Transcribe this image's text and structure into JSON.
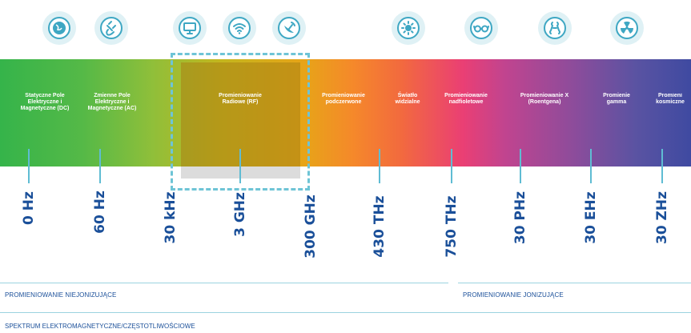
{
  "icons": [
    {
      "name": "globe-icon"
    },
    {
      "name": "plug-icon"
    },
    {
      "name": "monitor-icon"
    },
    {
      "name": "wifi-icon"
    },
    {
      "name": "satellite-dish-icon"
    },
    {
      "name": "sun-icon"
    },
    {
      "name": "glasses-icon"
    },
    {
      "name": "bone-icon"
    },
    {
      "name": "radiation-icon"
    }
  ],
  "spectrum_labels": [
    {
      "text": "Statyczne Pole Elektryczne i Magnetyczne (DC)"
    },
    {
      "text": "Zmienne Pole Elektryczne i Magnetyczne (AC)"
    },
    {
      "text": "Promieniowanie Radiowe (RF)"
    },
    {
      "text": "Promieniowanie podczerwone"
    },
    {
      "text": "Światło widzialne"
    },
    {
      "text": "Promieniowanie nadfioletowe"
    },
    {
      "text": "Promieniowanie X (Roentgena)"
    },
    {
      "text": "Promienie gamma"
    },
    {
      "text": "Promieni kosmiczne"
    }
  ],
  "frequencies": [
    "0 Hz",
    "60 Hz",
    "30 kHz",
    "3 GHz",
    "300 GHz",
    "430 THz",
    "750 THz",
    "30 PHz",
    "30 EHz",
    "30 ZHz"
  ],
  "regions": {
    "non_ionizing": "PROMIENIOWANIE NIEJONIZUJĄCE",
    "ionizing": "PROMIENIOWANIE JONIZUJĄCE"
  },
  "footer": "SPEKTRUM ELEKTROMAGNETYCZNE/CZĘSTOTLIWOŚCIOWE",
  "colors": {
    "accent": "#3ea7c3",
    "frequency_text": "#1a4f99"
  }
}
